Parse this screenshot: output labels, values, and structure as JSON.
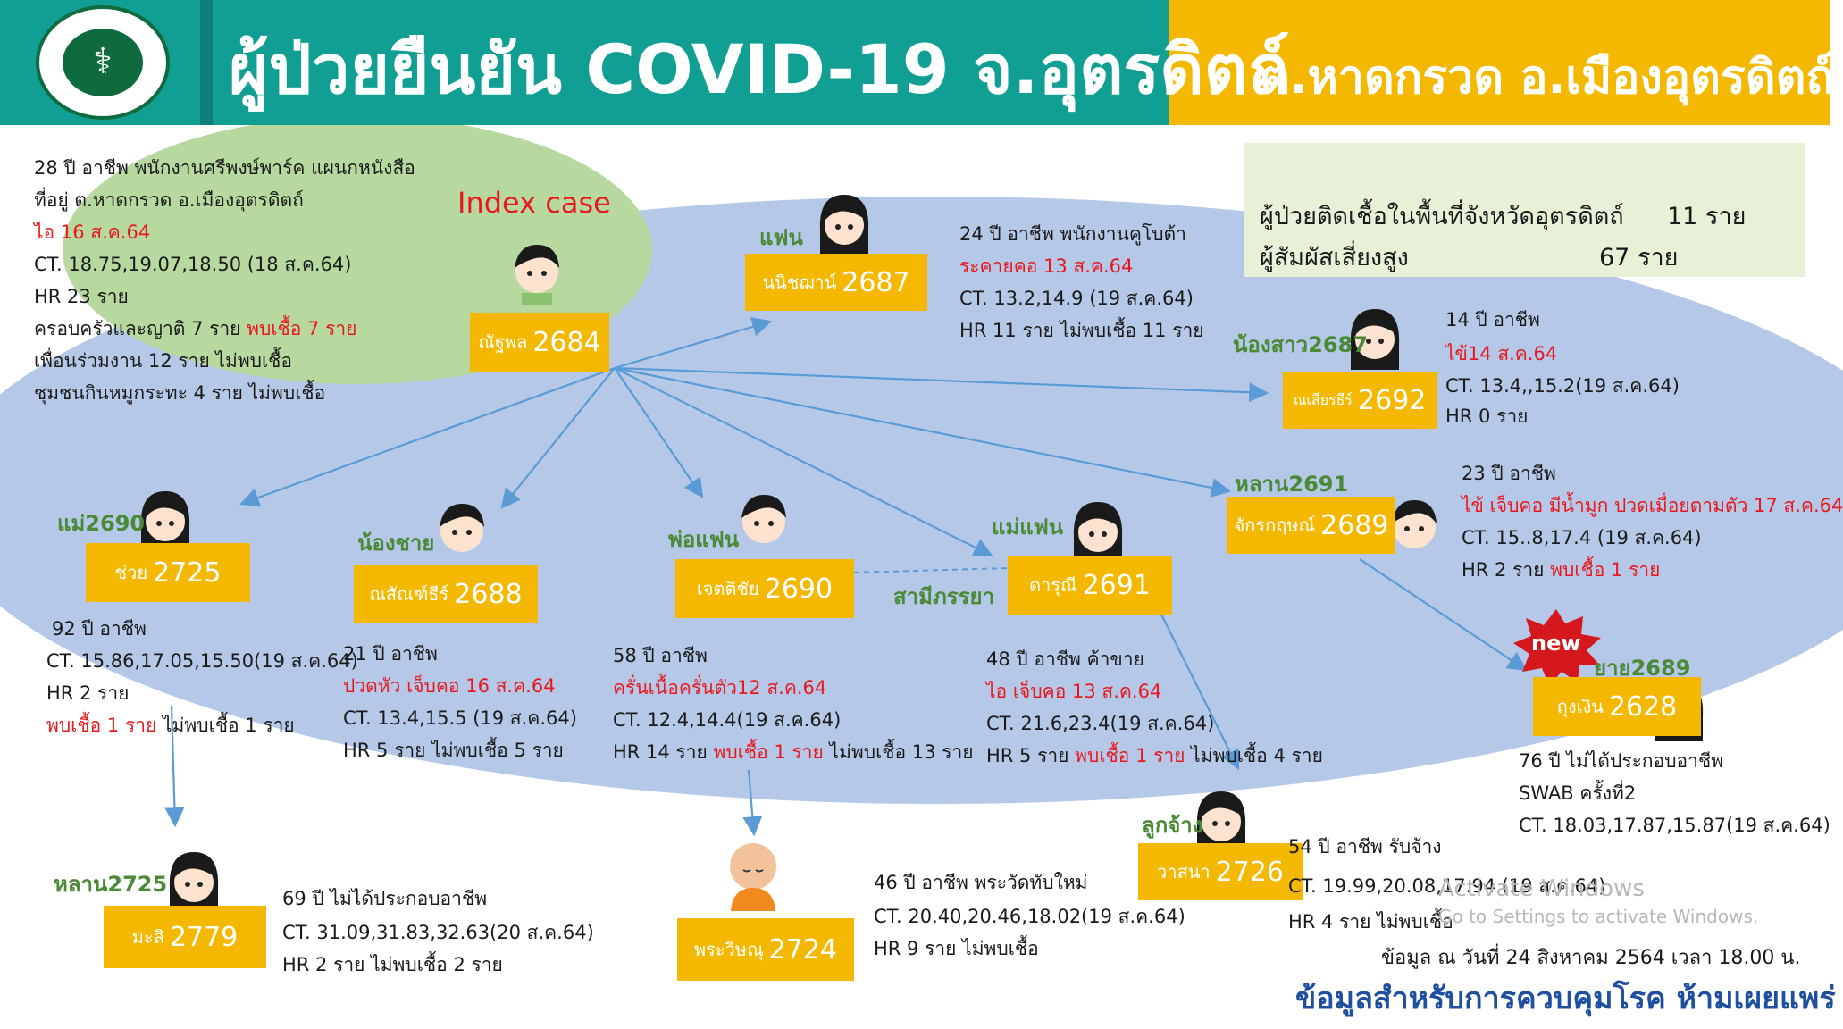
{
  "header": {
    "title": "ผู้ป่วยยืนยัน COVID-19 จ.อุตรดิตถ์",
    "district": "ต.หาดกรวด อ.เมืองอุตรดิตถ์",
    "logo_text": "MINISTRY OF PUBLIC HEALTH"
  },
  "index_label": "Index case",
  "index_info": [
    "28 ปี อาชีพ พนักงานศรีพงษ์พาร์ค แผนกหนังสือ",
    "ที่อยู่ ต.หาดกรวด อ.เมืองอุตรดิตถ์",
    "ไอ 16 ส.ค.64",
    "CT. 18.75,19.07,18.50 (18 ส.ค.64)",
    "HR  23  ราย",
    "ครอบครัวและญาติ  7 ราย",
    "พบเชื้อ 7 ราย",
    "เพื่อนร่วมงาน 12 ราย ไม่พบเชื้อ",
    "ชุมชนกินหมูกระทะ 4 ราย ไม่พบเชื้อ"
  ],
  "summary": {
    "line1_label": "ผู้ป่วยติดเชื้อในพื้นที่จังหวัดอุตรดิตถ์",
    "line1_value": "11  ราย",
    "line2_label": "ผู้สัมผัสเสี่ยงสูง",
    "line2_value": "67   ราย"
  },
  "nodes": {
    "n2684": {
      "name": "ณัฐพล",
      "id": "2684"
    },
    "n2687": {
      "rel": "แฟน",
      "name": "นนิชฌาน์",
      "id": "2687",
      "info": [
        "24 ปี อาชีพ พนักงานคูโบต้า",
        "ระคายคอ 13 ส.ค.64",
        "CT. 13.2,14.9 (19 ส.ค.64)",
        "HR  11   ราย ไม่พบเชื้อ 11 ราย"
      ]
    },
    "n2692": {
      "rel": "น้องสาว2687",
      "name": "ณเสียรธีร์",
      "id": "2692",
      "info": [
        "14 ปี อาชีพ",
        "ไข้14 ส.ค.64",
        "CT. 13.4,,15.2(19 ส.ค.64)",
        "HR  0  ราย"
      ]
    },
    "n2689": {
      "rel": "หลาน2691",
      "name": "จักรกฤษณ์",
      "id": "2689",
      "info": [
        "23 ปี อาชีพ",
        "ไข้ เจ็บคอ มีน้ำมูก ปวดเมื่อยตามตัว 17 ส.ค.64",
        "CT. 15..8,17.4 (19 ส.ค.64)",
        "HR   2  ราย",
        "พบเชื้อ 1 ราย"
      ]
    },
    "n2725": {
      "rel": "แม่2690",
      "name": "ช่วย",
      "id": "2725",
      "info": [
        "92 ปี อาชีพ",
        "CT. 15.86,17.05,15.50(19 ส.ค.64)",
        "HR 2 ราย",
        "พบเชื้อ 1 ราย",
        "ไม่พบเชื้อ 1 ราย"
      ]
    },
    "n2688": {
      "rel": "น้องชาย",
      "name": "ณสัณฑ์ธีร์",
      "id": "2688",
      "info": [
        "21 ปี อาชีพ",
        "ปวดหัว เจ็บคอ 16 ส.ค.64",
        "CT. 13.4,15.5 (19 ส.ค.64)",
        "HR  5   ราย ไม่พบเชื้อ 5 ราย"
      ]
    },
    "n2690": {
      "rel": "พ่อแฟน",
      "name": "เจตติชัย",
      "id": "2690",
      "info": [
        "58 ปี อาชีพ",
        "ครั่นเนื้อครั่นตัว12 ส.ค.64",
        "CT. 12.4,14.4(19 ส.ค.64)",
        "HR    14   ราย",
        "พบเชื้อ 1 ราย",
        "ไม่พบเชื้อ 13 ราย"
      ]
    },
    "n2691": {
      "rel": "แม่แฟน",
      "name": "ดารุณี",
      "id": "2691",
      "info": [
        "48 ปี อาชีพ ค้าขาย",
        "ไอ เจ็บคอ 13 ส.ค.64",
        "CT. 21.6,23.4(19 ส.ค.64)",
        "HR   5    ราย",
        "พบเชื้อ 1 ราย",
        "ไม่พบเชื้อ 4 ราย"
      ]
    },
    "spouse_label": "สามีภรรยา",
    "n2628": {
      "rel": "ยาย2689",
      "badge": "new",
      "name": "ถุงเงิน",
      "id": "2628",
      "info": [
        "76 ปี ไม่ได้ประกอบอาชีพ",
        "SWAB ครั้งที่2",
        "CT. 18.03,17.87,15.87(19 ส.ค.64)"
      ]
    },
    "n2779": {
      "rel": "หลาน2725",
      "name": "มะลิ",
      "id": "2779",
      "info": [
        "69 ปี ไม่ได้ประกอบอาชีพ",
        "CT. 31.09,31.83,32.63(20 ส.ค.64)",
        "HR 2 ราย ไม่พบเชื้อ  2 ราย"
      ]
    },
    "n2724": {
      "name": "พระวิษณุ",
      "id": "2724",
      "info": [
        "46 ปี อาชีพ พระวัดทับใหม่",
        "CT. 20.40,20.46,18.02(19 ส.ค.64)",
        "HR 9 ราย ไม่พบเชื้อ"
      ]
    },
    "n2726": {
      "rel": "ลูกจ้าง",
      "name": "วาสนา",
      "id": "2726",
      "info": [
        "54 ปี อาชีพ   รับจ้าง",
        "CT.   19.99,20.08,17.94 (19 ส.ค.64)",
        "HR 4 ราย ไม่พบเชื้อ"
      ]
    }
  },
  "data_date": "ข้อมูล ณ วันที่ 24 สิงหาคม 2564  เวลา 18.00 น.",
  "footer": "ข้อมูลสำหรับการควบคุมโรค ห้ามเผยแพร่",
  "watermark": {
    "line1": "Activate Windows",
    "line2": "Go to Settings to activate Windows."
  },
  "colors": {
    "teal": "#119f94",
    "yellow": "#f5b800",
    "blue_bg": "#b5c8e8",
    "green_bg": "#b7d9a0",
    "red": "#e8181d",
    "arrow": "#5b9bd5"
  }
}
